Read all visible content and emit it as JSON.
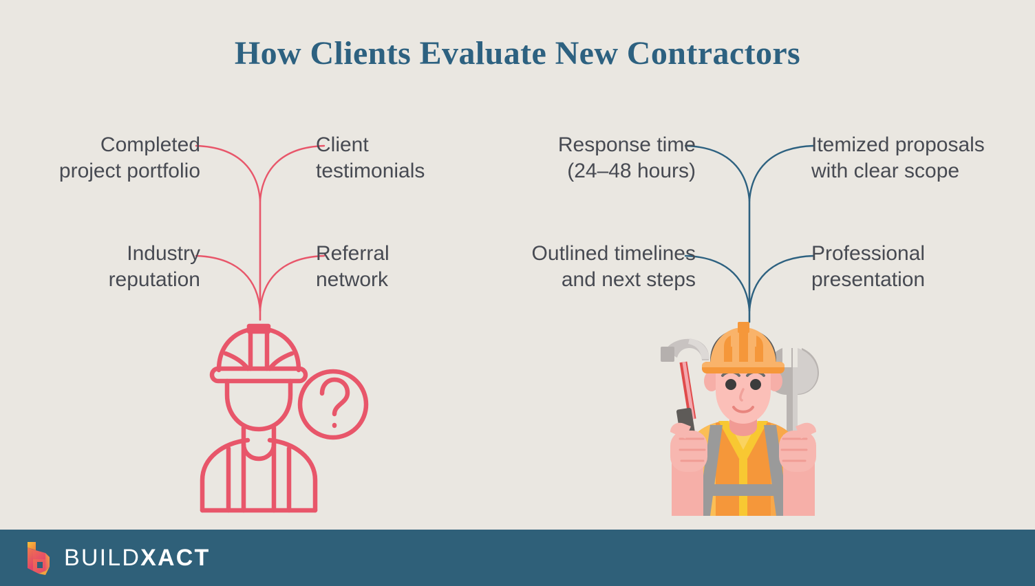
{
  "page": {
    "title": "How Clients Evaluate New Contractors",
    "background_color": "#eae7e1",
    "title_color": "#2d6180",
    "label_color": "#474a52"
  },
  "groups": [
    {
      "id": "left",
      "accent_color": "#e8566a",
      "labels": {
        "top_left": "Completed\nproject portfolio",
        "top_right": "Client\ntestimonials",
        "bottom_left": "Industry\nreputation",
        "bottom_right": "Referral\nnetwork"
      },
      "illustration": "contractor-question-icon"
    },
    {
      "id": "right",
      "accent_color": "#2d6180",
      "labels": {
        "top_left": "Response time\n(24–48 hours)",
        "top_right": "Itemized proposals\nwith clear scope",
        "bottom_left": "Outlined timelines\nand next steps",
        "bottom_right": "Professional\npresentation"
      },
      "illustration": "worker-tools-illustration"
    }
  ],
  "footer": {
    "background_color": "#2f6079",
    "logo_mark": "buildxact-b-mark",
    "brand_light": "BUILD",
    "brand_bold": "XACT"
  }
}
